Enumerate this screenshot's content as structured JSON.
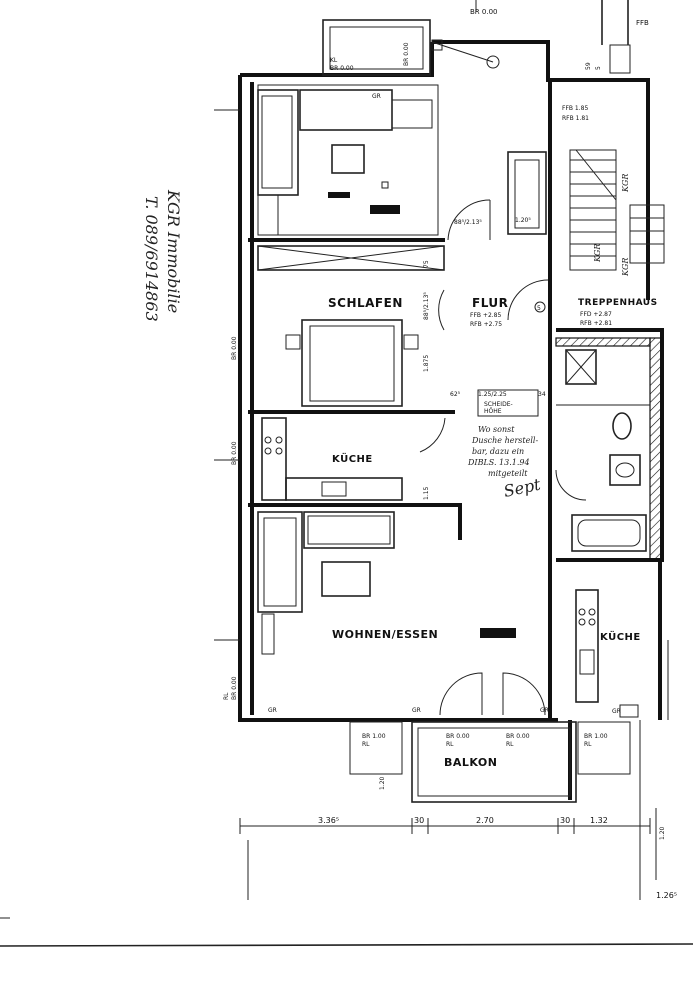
{
  "rooms": {
    "schlafen": "SCHLAFEN",
    "flur": "FLUR",
    "kueche": "KÜCHE",
    "wohnen": "WOHNEN/ESSEN",
    "treppenhaus": "TREPPENHAUS",
    "balkon": "BALKON",
    "kueche_neighbor": "KÜCHE"
  },
  "levels": {
    "flur_ffb": "FFB +2.85",
    "flur_rfb": "RFB +2.75",
    "ffb_top": "FFB 1.85",
    "rfb_top": "RFB 1.81",
    "ffd_stair": "FFD +2.87",
    "rfb_stair": "RFB +2.81",
    "ffb_corner": "FFB"
  },
  "window_labels": {
    "br000_top": "BR 0.00",
    "br000_vert": "BR 0.00",
    "kl": "KL",
    "br000_kl": "BR 0.00",
    "gr": "GR",
    "rl": "RL",
    "br100": "BR 1.00",
    "br000": "BR 0.00",
    "scheidehoehe_1": "SCHEIDE-",
    "scheidehoehe_2": "HÖHE"
  },
  "dimensions": {
    "d336": "3.36⁵",
    "d30a": "30",
    "d270": "2.70",
    "d30b": "30",
    "d132": "1.32",
    "d1265": "1.26⁵",
    "d120": "1.20",
    "d1205": "1.20⁵",
    "d1875": "1.875",
    "d885": "88⁵/2.13⁵",
    "d625": "62⁵",
    "d125": "1.25/2.25",
    "d34": "34",
    "d75": "75",
    "d115": "1.15",
    "d5": "5",
    "d59": "59"
  },
  "handwriting": {
    "agent_line1": "KGR Immobilie",
    "agent_line2": "T. 089/6914863",
    "kgr1": "KGR",
    "kgr2": "KGR",
    "kgr3": "KGR",
    "note1": "Wo sonst",
    "note2": "Dusche herstell-",
    "note3": "bar, dazu ein",
    "note4": "DIBLS. 13.1.94",
    "note5": "mitgeteilt",
    "signature": "Sept"
  }
}
